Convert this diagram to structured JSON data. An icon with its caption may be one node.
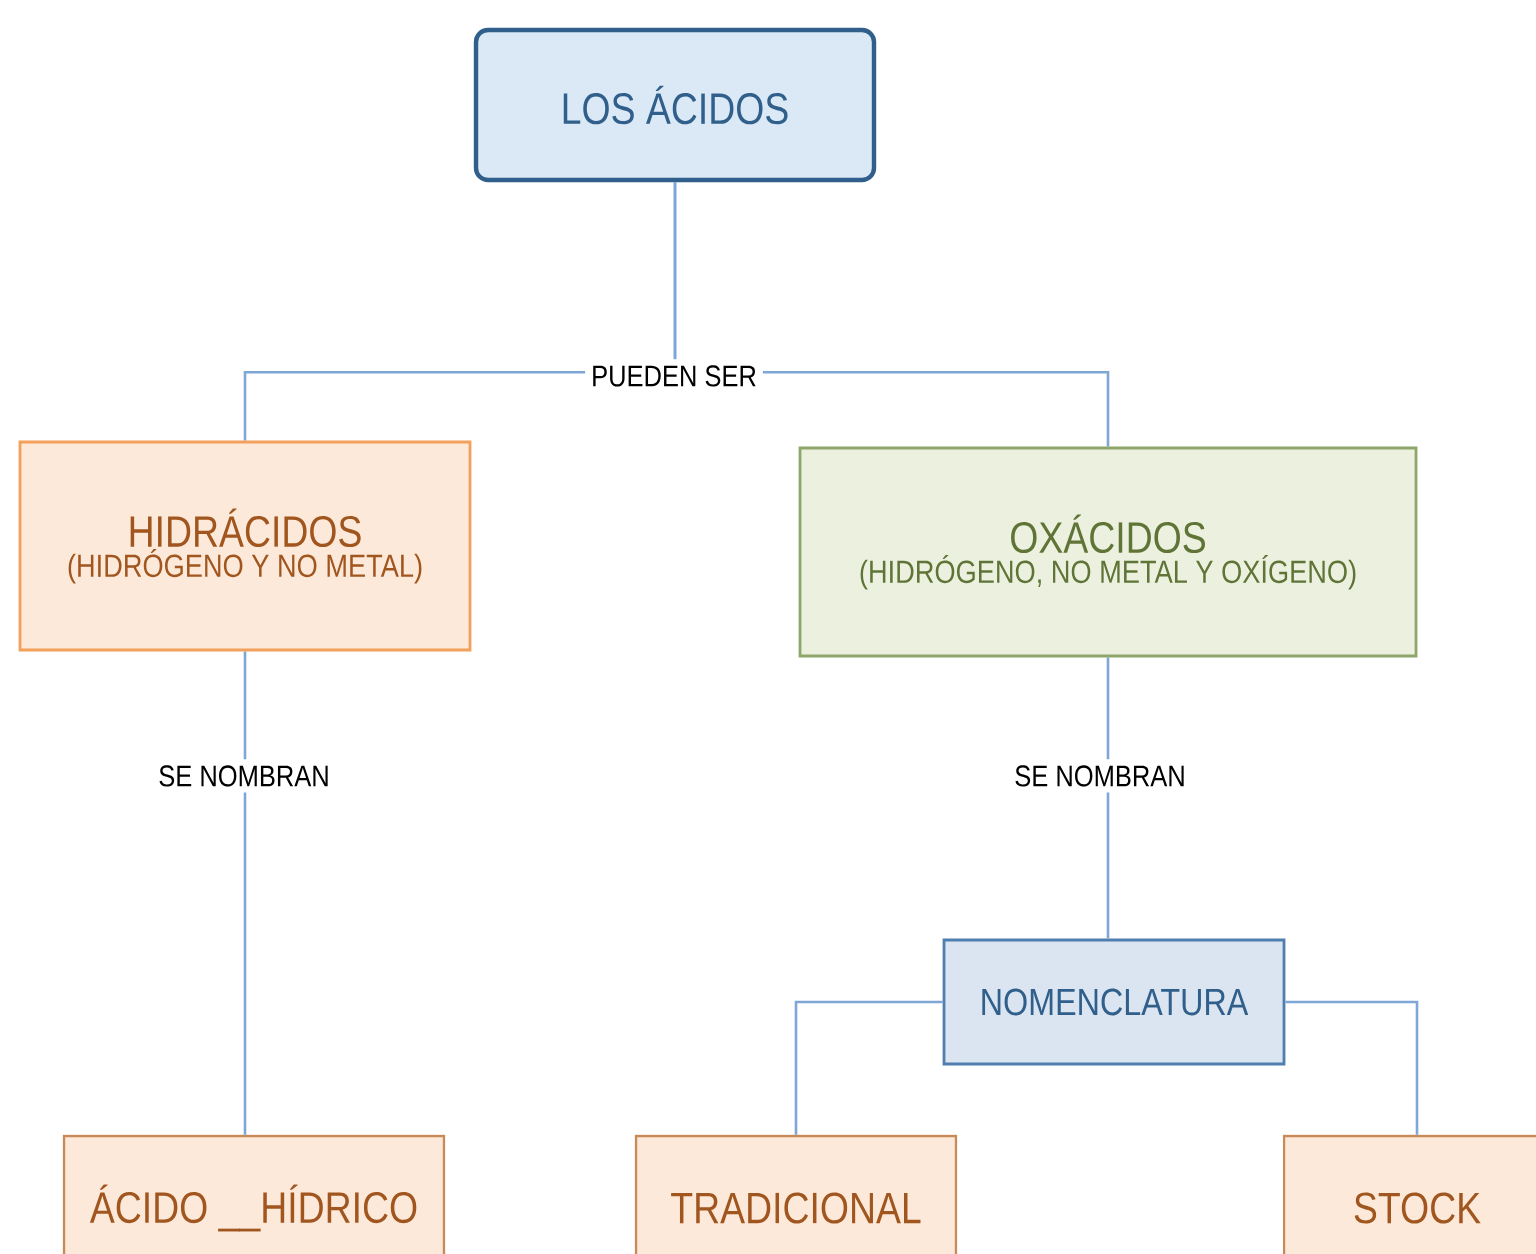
{
  "diagram": {
    "nodes": [
      {
        "text": [
          "LOS ÁCIDOS"
        ]
      },
      {
        "text": [
          "HIDRÁCIDOS",
          "(HIDRÓGENO Y NO METAL)"
        ]
      },
      {
        "text": [
          "OXÁCIDOS",
          "(HIDRÓGENO, NO METAL Y OXÍGENO)"
        ]
      },
      {
        "text": [
          "ÁCIDO __HÍDRICO"
        ]
      },
      {
        "text": [
          "NOMENCLATURA"
        ]
      },
      {
        "text": [
          "TRADICIONAL"
        ]
      },
      {
        "text": [
          "STOCK"
        ]
      }
    ],
    "edges": [
      {
        "from": 0,
        "to": 1,
        "arrow": "none",
        "label": "PUEDEN SER"
      },
      {
        "from": 0,
        "to": 2,
        "arrow": "none"
      },
      {
        "from": 1,
        "to": 3,
        "arrow": "none",
        "label": "SE NOMBRAN"
      },
      {
        "from": 2,
        "to": 4,
        "arrow": "none",
        "label": "SE NOMBRAN"
      },
      {
        "from": 4,
        "to": 5,
        "arrow": "none"
      },
      {
        "from": 4,
        "to": 6,
        "arrow": "none"
      }
    ]
  }
}
